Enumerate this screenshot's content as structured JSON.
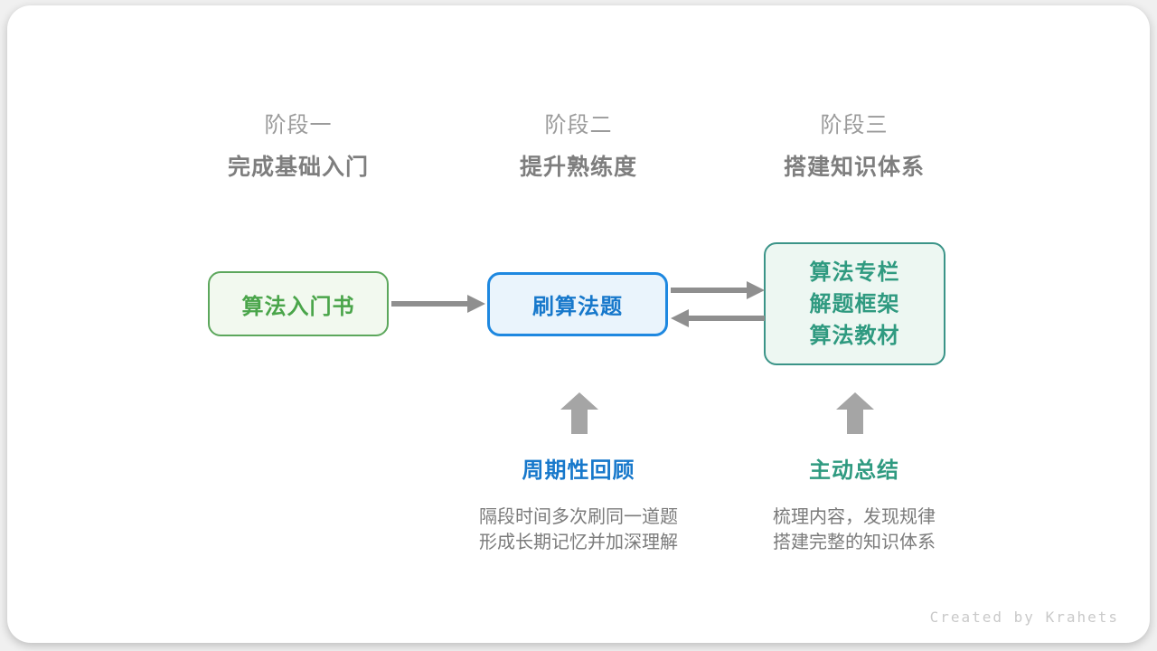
{
  "page": {
    "background": "#f0f0f0",
    "card_background": "#ffffff"
  },
  "stages": [
    {
      "label": "阶段一",
      "subtitle": "完成基础入门"
    },
    {
      "label": "阶段二",
      "subtitle": "提升熟练度"
    },
    {
      "label": "阶段三",
      "subtitle": "搭建知识体系"
    }
  ],
  "nodes": [
    {
      "title": "算法入门书",
      "text_color": "#4aa54a",
      "border_color": "#5ca75c",
      "background": "#f2f9ef"
    },
    {
      "title": "刷算法题",
      "text_color": "#1778cb",
      "border_color": "#1e88e0",
      "background": "#eaf4fc"
    },
    {
      "lines": [
        "算法专栏",
        "解题框架",
        "算法教材"
      ],
      "text_color": "#2f9a80",
      "border_color": "#3b9488",
      "background": "#edf7f2"
    }
  ],
  "connectors": {
    "horizontal_arrow_color": "#8f8f8f",
    "up_arrow_color": "#a5a5a5"
  },
  "annotations": [
    {
      "title": "周期性回顾",
      "title_color": "#1778cb",
      "lines": [
        "隔段时间多次刷同一道题",
        "形成长期记忆并加深理解"
      ]
    },
    {
      "title": "主动总结",
      "title_color": "#2f9a80",
      "lines": [
        "梳理内容，发现规律",
        "搭建完整的知识体系"
      ]
    }
  ],
  "credit": {
    "text": "Created by Krahets",
    "color": "#c9c9c9"
  }
}
